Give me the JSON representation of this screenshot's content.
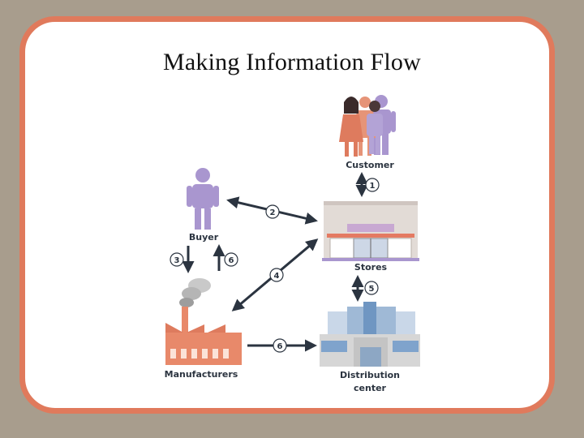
{
  "slide": {
    "title": "Making Information Flow"
  },
  "diagram": {
    "nodes": {
      "customer": "Customer",
      "buyer": "Buyer",
      "stores": "Stores",
      "manufacturers": "Manufacturers",
      "distribution_line1": "Distribution",
      "distribution_line2": "center"
    },
    "flows": {
      "customer_stores": "1",
      "buyer_stores": "2",
      "buyer_manufacturers": "3",
      "stores_manufacturers": "4",
      "stores_distribution": "5",
      "manufacturers_buyer": "6",
      "manufacturers_distribution": "6"
    }
  },
  "colors": {
    "border": "#e07a5c",
    "background": "#a89d8d",
    "person_purple": "#a996cf",
    "person_orange": "#de7b5e",
    "factory_orange": "#e8896a",
    "building_blue": "#9fb9d6"
  }
}
